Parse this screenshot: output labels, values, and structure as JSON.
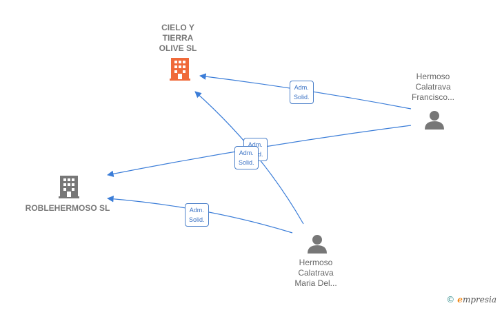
{
  "colors": {
    "edge": "#3b7dd8",
    "company_highlight": "#f06a3a",
    "company": "#777777",
    "person": "#777777"
  },
  "nodes": {
    "cielo": {
      "label": "CIELO Y\nTIERRA\nOLIVE  SL",
      "icon": "building-icon"
    },
    "roble": {
      "label": "ROBLEHERMOSO SL",
      "icon": "building-icon"
    },
    "francisco": {
      "label": "Hermoso\nCalatrava\nFrancisco...",
      "icon": "person-icon"
    },
    "maria": {
      "label": "Hermoso\nCalatrava\nMaria Del...",
      "icon": "person-icon"
    }
  },
  "edges": [
    {
      "label": "Adm.\nSolid."
    },
    {
      "label": "Adm.\nSolid."
    },
    {
      "label": "Adm.\nSolid."
    },
    {
      "label": "Adm.\nSolid."
    }
  ],
  "brand": {
    "copyright": "©",
    "name": "mpresia",
    "initial": "e"
  }
}
